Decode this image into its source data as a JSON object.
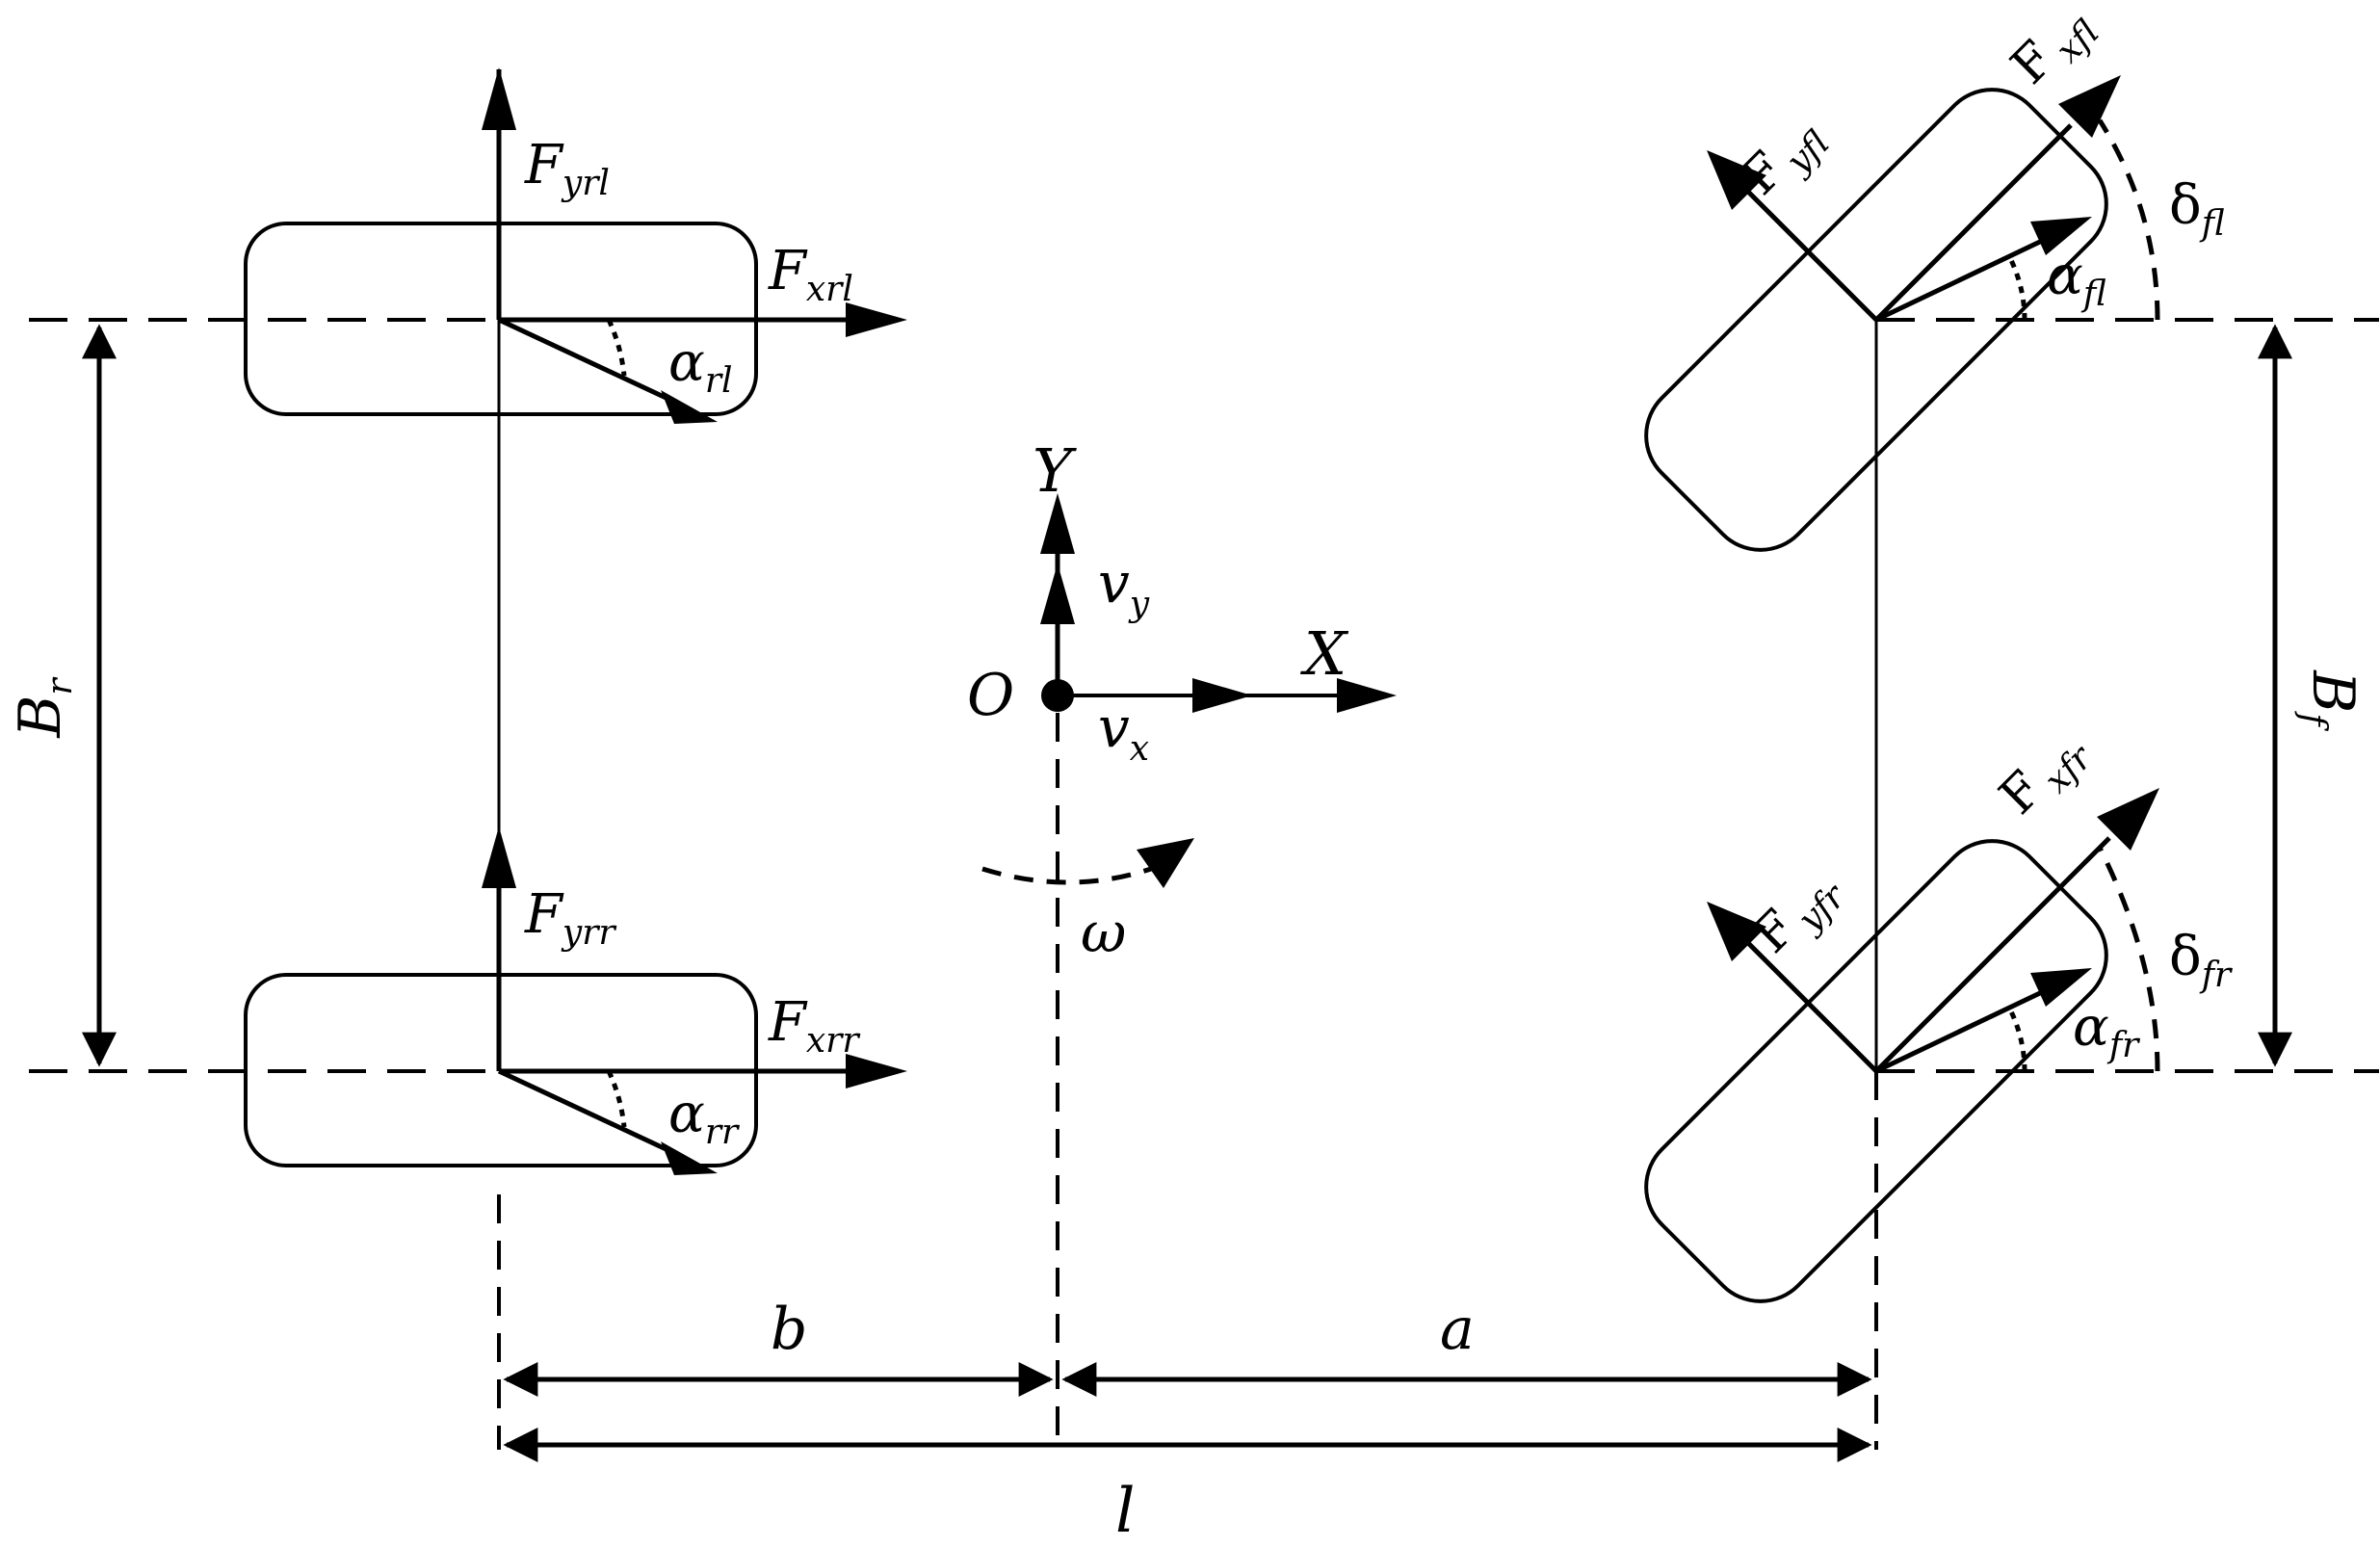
{
  "labels": {
    "F_yrl": {
      "base": "F",
      "sub": "yrl"
    },
    "F_xrl": {
      "base": "F",
      "sub": "xrl"
    },
    "alpha_rl": {
      "base": "α",
      "sub": "rl"
    },
    "F_yrr": {
      "base": "F",
      "sub": "yrr"
    },
    "F_xrr": {
      "base": "F",
      "sub": "xrr"
    },
    "alpha_rr": {
      "base": "α",
      "sub": "rr"
    },
    "F_yfl": {
      "base": "F",
      "sub": "yfl"
    },
    "F_xfl": {
      "base": "F",
      "sub": "xfl"
    },
    "alpha_fl": {
      "base": "α",
      "sub": "fl"
    },
    "delta_fl": {
      "base": "δ",
      "sub": "fl"
    },
    "F_yfr": {
      "base": "F",
      "sub": "yfr"
    },
    "F_xfr": {
      "base": "F",
      "sub": "xfr"
    },
    "alpha_fr": {
      "base": "α",
      "sub": "fr"
    },
    "delta_fr": {
      "base": "δ",
      "sub": "fr"
    },
    "B_r": {
      "base": "B",
      "sub": "r"
    },
    "B_f": {
      "base": "B",
      "sub": "f"
    },
    "Y": "Y",
    "X": "X",
    "O": "O",
    "v_y": {
      "base": "v",
      "sub": "y"
    },
    "v_x": {
      "base": "v",
      "sub": "x"
    },
    "omega": "ω",
    "b": "b",
    "a": "a",
    "l": "l"
  }
}
